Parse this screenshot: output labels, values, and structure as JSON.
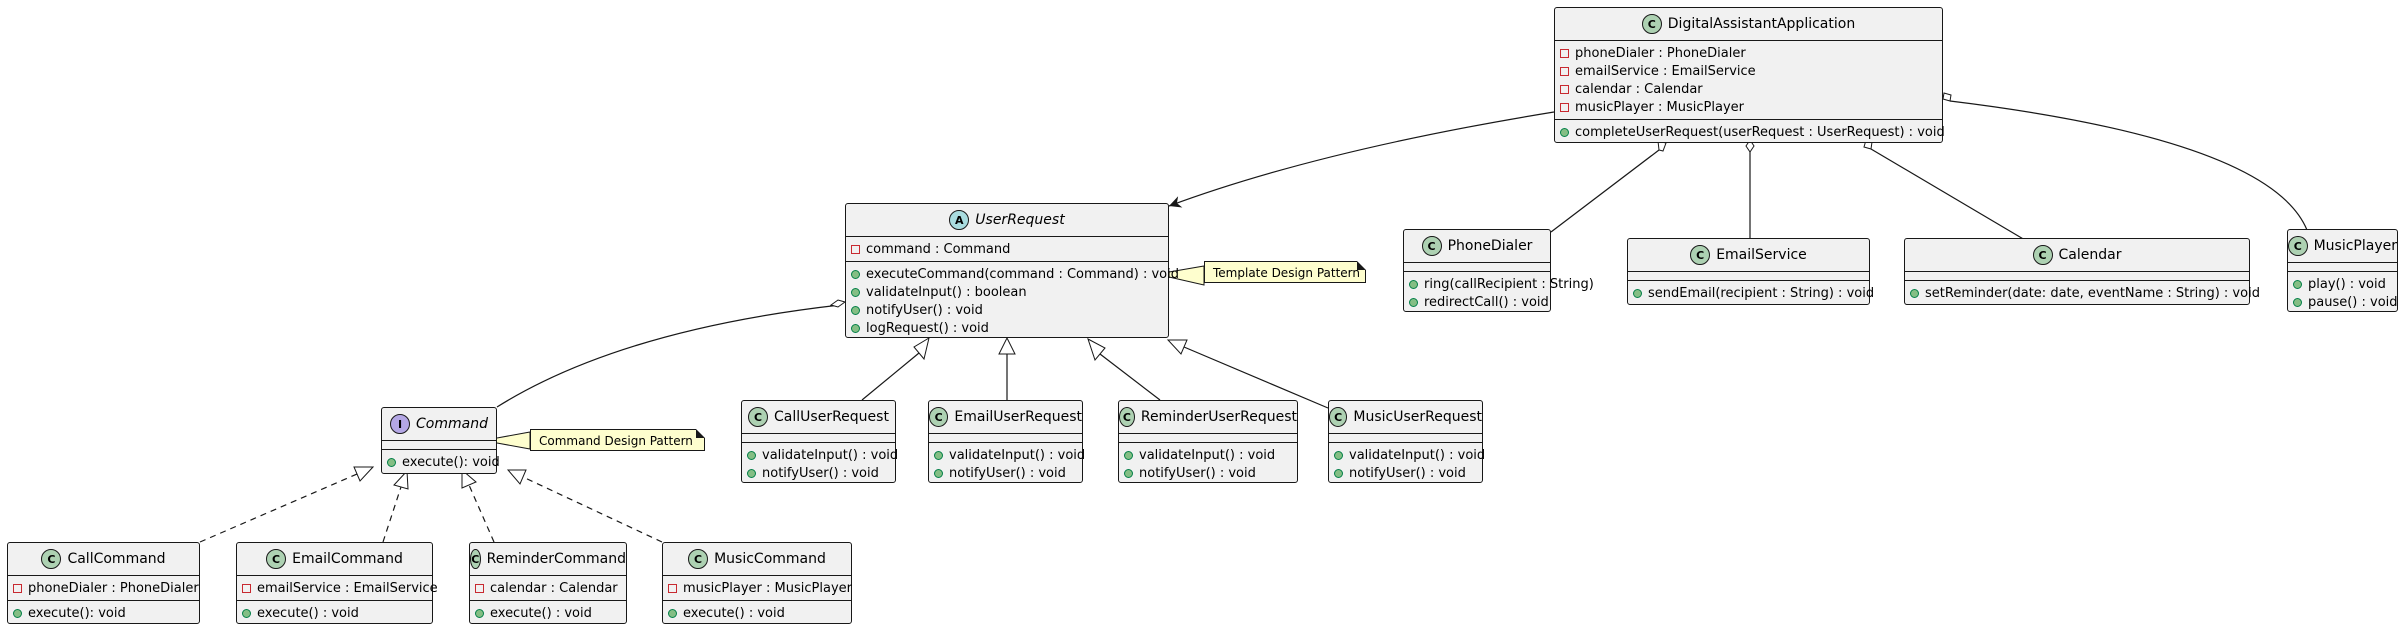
{
  "classes": {
    "digital": {
      "name": "DigitalAssistantApplication",
      "fields": [
        "phoneDialer : PhoneDialer",
        "emailService : EmailService",
        "calendar : Calendar",
        "musicPlayer : MusicPlayer"
      ],
      "methods": [
        "completeUserRequest(userRequest : UserRequest) : void"
      ]
    },
    "userrequest": {
      "name": "UserRequest",
      "fields": [
        "command : Command"
      ],
      "methods": [
        "executeCommand(command : Command) : void",
        "validateInput() : boolean",
        "notifyUser() : void",
        "logRequest() : void"
      ]
    },
    "phonedialer": {
      "name": "PhoneDialer",
      "methods": [
        "ring(callRecipient : String)",
        "redirectCall() : void"
      ]
    },
    "emailservice": {
      "name": "EmailService",
      "methods": [
        "sendEmail(recipient : String) : void"
      ]
    },
    "calendar": {
      "name": "Calendar",
      "methods": [
        "setReminder(date: date, eventName : String) : void"
      ]
    },
    "musicplayer": {
      "name": "MusicPlayer",
      "methods": [
        "play() : void",
        "pause() : void"
      ]
    },
    "command": {
      "name": "Command",
      "methods": [
        "execute(): void"
      ]
    },
    "calluserrequest": {
      "name": "CallUserRequest",
      "methods": [
        "validateInput() : void",
        "notifyUser() : void"
      ]
    },
    "emailuserrequest": {
      "name": "EmailUserRequest",
      "methods": [
        "validateInput() : void",
        "notifyUser() : void"
      ]
    },
    "reminderuserrequest": {
      "name": "ReminderUserRequest",
      "methods": [
        "validateInput() : void",
        "notifyUser() : void"
      ]
    },
    "musicuserrequest": {
      "name": "MusicUserRequest",
      "methods": [
        "validateInput() : void",
        "notifyUser() : void"
      ]
    },
    "callcommand": {
      "name": "CallCommand",
      "fields": [
        "phoneDialer : PhoneDialer"
      ],
      "methods": [
        "execute(): void"
      ]
    },
    "emailcommand": {
      "name": "EmailCommand",
      "fields": [
        "emailService : EmailService"
      ],
      "methods": [
        "execute() : void"
      ]
    },
    "remindercommand": {
      "name": "ReminderCommand",
      "fields": [
        "calendar : Calendar"
      ],
      "methods": [
        "execute() : void"
      ]
    },
    "musiccommand": {
      "name": "MusicCommand",
      "fields": [
        "musicPlayer : MusicPlayer"
      ],
      "methods": [
        "execute() : void"
      ]
    }
  },
  "notes": {
    "template": "Template Design Pattern",
    "command": "Command Design Pattern"
  },
  "stereotype_letters": {
    "class": "C",
    "abstract": "A",
    "interface": "I"
  },
  "colors": {
    "class_fill": "#f1f1f1",
    "border": "#181818",
    "class_badge": "#add1b2",
    "abstract_badge": "#a9dcdf",
    "interface_badge": "#b4a7e5",
    "note_fill": "#fefece",
    "private_marker": "#c82930",
    "public_marker": "#84be84"
  }
}
